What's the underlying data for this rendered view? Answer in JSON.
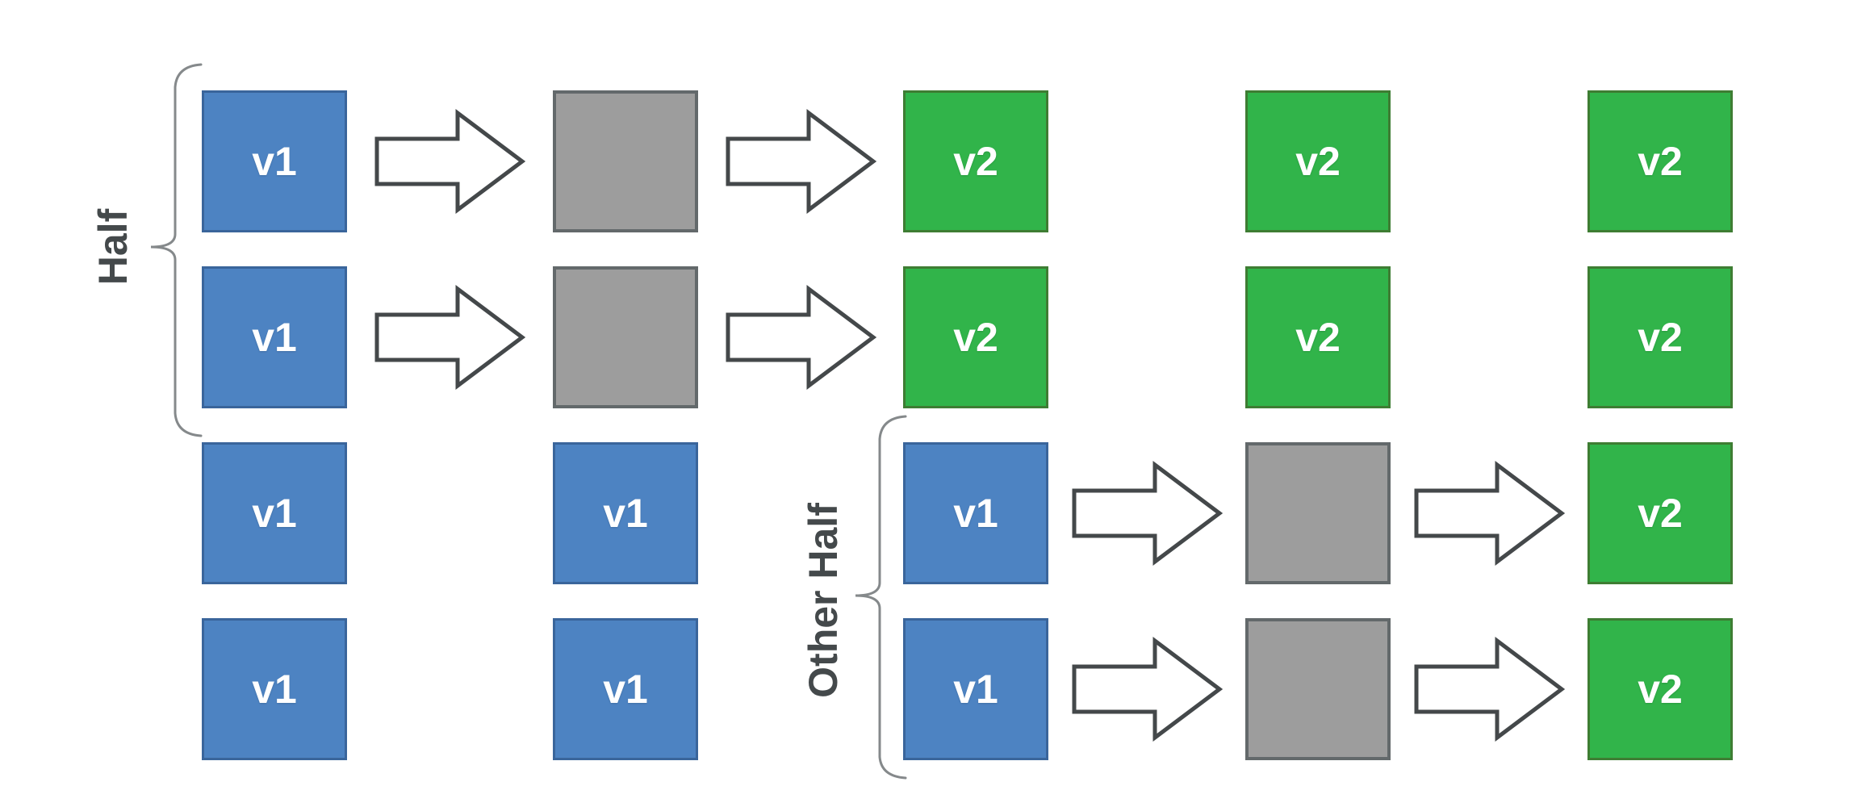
{
  "diagram": {
    "background": "#ffffff",
    "colors": {
      "background": "#ffffff",
      "v1_fill": "#4d83c2",
      "v1_border": "#3a659b",
      "v2_fill": "#31b44a",
      "v2_border": "#3e7d33",
      "pending_fill": "#9d9d9d",
      "pending_border": "#63696b",
      "arrow_fill": "#ffffff",
      "arrow_border": "#44484a",
      "brace": "#85898b",
      "label": "#44494b"
    },
    "groups": [
      {
        "label": "Half",
        "rows": "1-2"
      },
      {
        "label": "Other Half",
        "rows": "3-4"
      }
    ],
    "rows": [
      {
        "cells": [
          {
            "kind": "v1",
            "label": "v1"
          },
          {
            "kind": "pending",
            "label": ""
          },
          {
            "kind": "v2",
            "label": "v2"
          },
          {
            "kind": "v2",
            "label": "v2"
          },
          {
            "kind": "v2",
            "label": "v2"
          }
        ],
        "arrows_after_columns": [
          1,
          2
        ]
      },
      {
        "cells": [
          {
            "kind": "v1",
            "label": "v1"
          },
          {
            "kind": "pending",
            "label": ""
          },
          {
            "kind": "v2",
            "label": "v2"
          },
          {
            "kind": "v2",
            "label": "v2"
          },
          {
            "kind": "v2",
            "label": "v2"
          }
        ],
        "arrows_after_columns": [
          1,
          2
        ]
      },
      {
        "cells": [
          {
            "kind": "v1",
            "label": "v1"
          },
          {
            "kind": "v1",
            "label": "v1"
          },
          {
            "kind": "v1",
            "label": "v1"
          },
          {
            "kind": "pending",
            "label": ""
          },
          {
            "kind": "v2",
            "label": "v2"
          }
        ],
        "arrows_after_columns": [
          3,
          4
        ]
      },
      {
        "cells": [
          {
            "kind": "v1",
            "label": "v1"
          },
          {
            "kind": "v1",
            "label": "v1"
          },
          {
            "kind": "v1",
            "label": "v1"
          },
          {
            "kind": "pending",
            "label": ""
          },
          {
            "kind": "v2",
            "label": "v2"
          }
        ],
        "arrows_after_columns": [
          3,
          4
        ]
      }
    ]
  }
}
